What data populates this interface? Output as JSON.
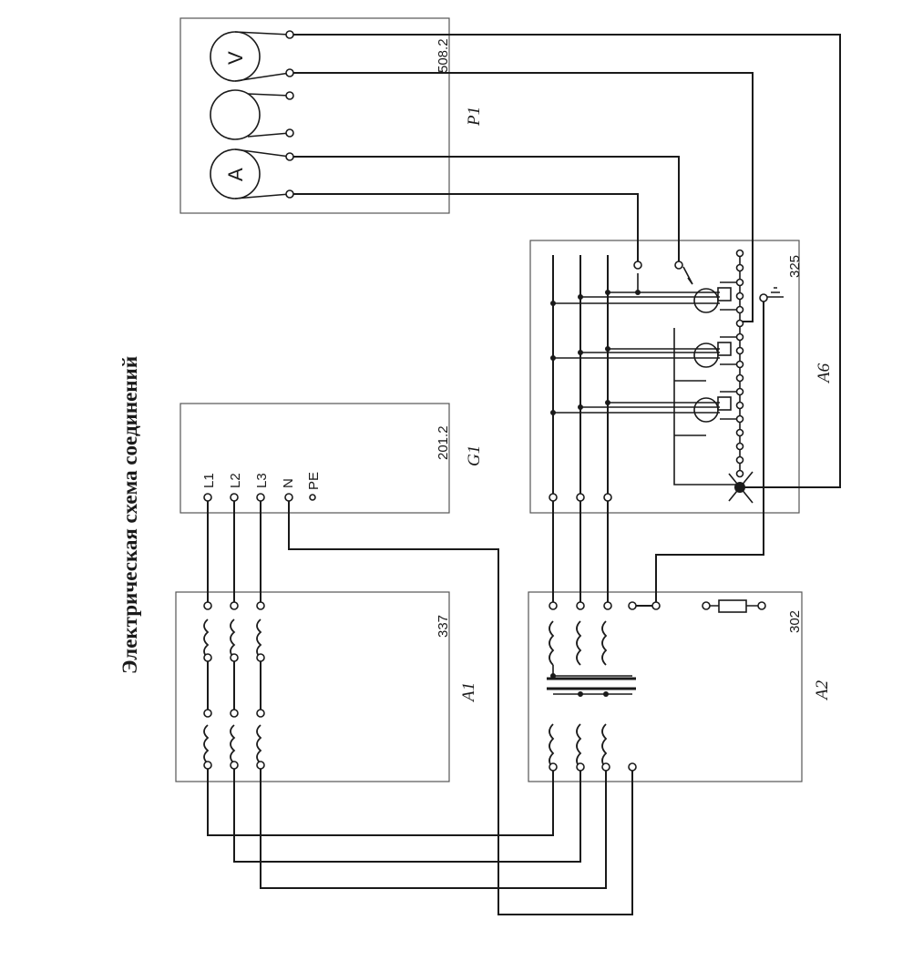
{
  "title": "Электрическая схема соединений",
  "blocks": {
    "p1": {
      "designator": "P1",
      "number": "508.2",
      "meters": [
        "V",
        "",
        "A"
      ]
    },
    "g1": {
      "designator": "G1",
      "number": "201.2",
      "terminals": [
        "L1",
        "L2",
        "L3",
        "N",
        "PE"
      ]
    },
    "a1": {
      "designator": "A1",
      "number": "337"
    },
    "a2": {
      "designator": "A2",
      "number": "302"
    },
    "a6": {
      "designator": "A6",
      "number": "325"
    }
  }
}
